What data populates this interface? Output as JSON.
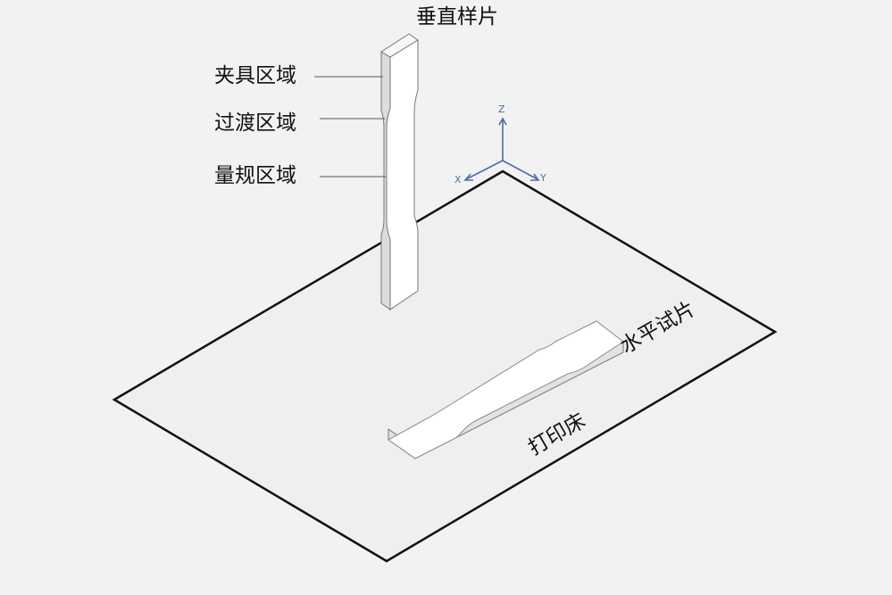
{
  "labels": {
    "vertical_specimen": "垂直样片",
    "clamp_region": "夹具区域",
    "transition_region": "过渡区域",
    "gauge_region": "量规区域",
    "horizontal_specimen": "水平试片",
    "print_bed": "打印床"
  },
  "axes": {
    "z": "Z",
    "x": "X",
    "y": "Y"
  },
  "colors": {
    "background": "#f2f2f2",
    "bed_fill": "#efefef",
    "outline": "#111111",
    "specimen_face": "#ffffff",
    "specimen_side": "#e4e4e4",
    "leader_line": "#555555",
    "axis_color": "#4a6fa5"
  }
}
